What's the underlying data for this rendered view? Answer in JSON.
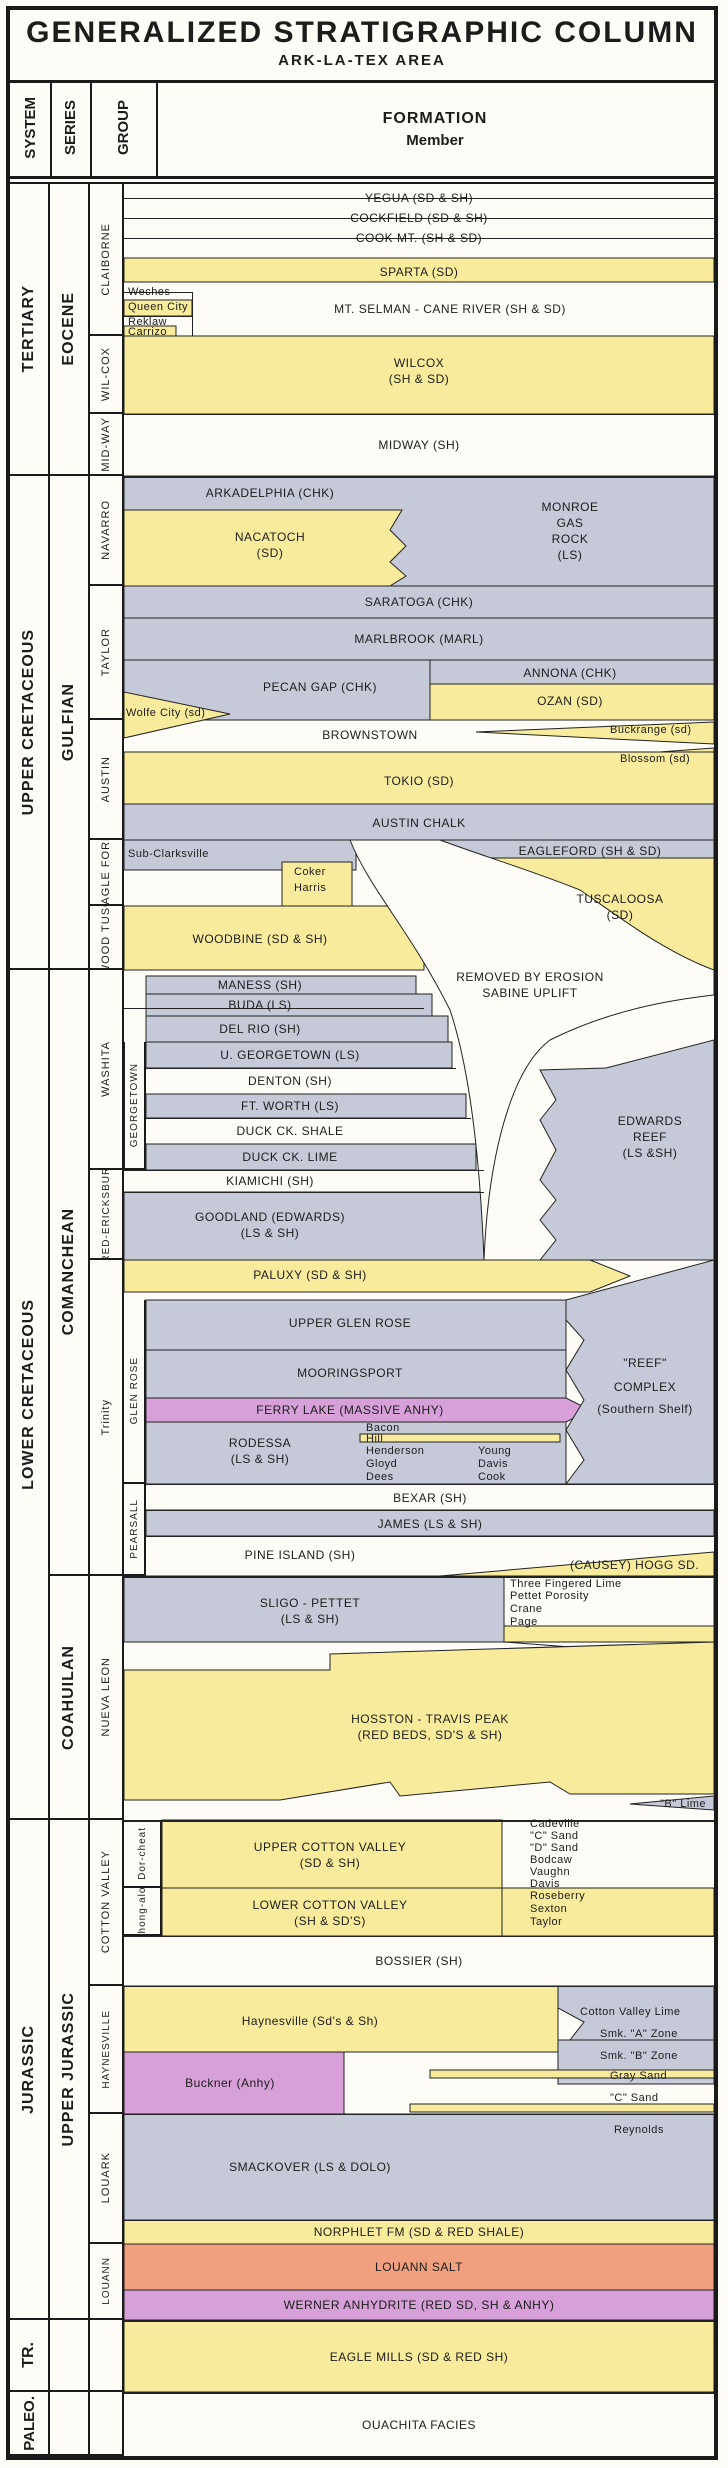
{
  "title": "GENERALIZED STRATIGRAPHIC COLUMN",
  "subtitle": "ARK-LA-TEX AREA",
  "headers": {
    "system": "SYSTEM",
    "series": "SERIES",
    "group": "GROUP",
    "formation": "FORMATION",
    "member": "Member"
  },
  "colors": {
    "yellow": "#f8ec9c",
    "gray": "#c6cad8",
    "white": "#fdfcf7",
    "magenta": "#d7a0d8",
    "salmon": "#f0a07e"
  },
  "systems": {
    "tertiary": "TERTIARY",
    "upper_cretaceous": "UPPER CRETACEOUS",
    "lower_cretaceous": "LOWER CRETACEOUS",
    "jurassic": "JURASSIC",
    "triassic": "TR.",
    "paleozoic": "PALEO."
  },
  "series": {
    "eocene": "EOCENE",
    "gulfian": "GULFIAN",
    "comanchean": "COMANCHEAN",
    "coahuilan": "COAHUILAN",
    "upper_jurassic": "UPPER JURASSIC"
  },
  "groups": {
    "claiborne": "CLAIBORNE",
    "wilcox": "WIL-COX",
    "midway": "MID-WAY",
    "navarro": "NAVARRO",
    "taylor": "TAYLOR",
    "austin": "AUSTIN",
    "eagle_ford": "EAGLE FORD",
    "wood_tusc": "WOOD TUSC",
    "washita": "WASHITA",
    "georgetown": "GEORGETOWN",
    "fredericksburg": "FRED-ERICKSBURG",
    "trinity": "Trinity",
    "glen_rose": "GLEN ROSE",
    "pearsall": "PEARSALL",
    "nueva_leon": "NUEVA LEON",
    "cotton_valley": "COTTON VALLEY",
    "dorcheat": "Dor-cheat",
    "shongaloo": "Shong-aloo",
    "haynesville": "HAYNESVILLE",
    "louark": "LOUARK",
    "louann": "LOUANN"
  },
  "formations": {
    "yegua": "YEGUA (SD & SH)",
    "cockfield": "COCKFIELD (SD & SH)",
    "cook_mt": "COOK MT. (SH & SD)",
    "sparta": "SPARTA (SD)",
    "weches": "Weches",
    "queen_city": "Queen City",
    "reklaw": "Reklaw",
    "mt_selman": "MT. SELMAN - CANE RIVER (SH & SD)",
    "carrizo": "Carrizo",
    "wilcox": "WILCOX",
    "wilcox_lith": "(SH & SD)",
    "midway": "MIDWAY (SH)",
    "arkadelphia": "ARKADELPHIA (CHK)",
    "nacatoch": "NACATOCH",
    "nacatoch_lith": "(SD)",
    "monroe1": "MONROE",
    "monroe2": "GAS",
    "monroe3": "ROCK",
    "monroe4": "(LS)",
    "saratoga": "SARATOGA (CHK)",
    "marlbrook": "MARLBROOK (MARL)",
    "annona": "ANNONA (CHK)",
    "pecan_gap": "PECAN GAP (CHK)",
    "ozan": "OZAN (SD)",
    "wolfe_city": "Wolfe City (sd)",
    "brownstown": "BROWNSTOWN",
    "buckrange": "Buckrange (sd)",
    "blossom": "Blossom (sd)",
    "tokio": "TOKIO (SD)",
    "austin_chalk": "AUSTIN CHALK",
    "eagleford": "EAGLEFORD (SH & SD)",
    "sub_clarksville": "Sub-Clarksville",
    "coker": "Coker",
    "harris": "Harris",
    "tuscaloosa": "TUSCALOOSA",
    "tuscaloosa_lith": "(SD)",
    "woodbine": "WOODBINE (SD & SH)",
    "removed1": "REMOVED BY EROSION",
    "removed2": "SABINE UPLIFT",
    "maness": "MANESS (SH)",
    "buda": "BUDA (LS)",
    "del_rio": "DEL RIO (SH)",
    "u_georgetown": "U. GEORGETOWN (LS)",
    "denton": "DENTON (SH)",
    "ft_worth": "FT. WORTH (LS)",
    "duck_shale": "DUCK CK. SHALE",
    "duck_lime": "DUCK CK. LIME",
    "kiamichi": "KIAMICHI (SH)",
    "goodland": "GOODLAND (EDWARDS)",
    "goodland_lith": "(LS & SH)",
    "edwards1": "EDWARDS",
    "edwards2": "REEF",
    "edwards3": "(LS &SH)",
    "paluxy": "PALUXY (SD & SH)",
    "upper_glen_rose": "UPPER GLEN ROSE",
    "mooringsport": "MOORINGSPORT",
    "ferry_lake": "FERRY LAKE (MASSIVE ANHY)",
    "reef1": "\"REEF\"",
    "reef2": "COMPLEX",
    "reef3": "(Southern Shelf)",
    "rodessa": "RODESSA",
    "rodessa_lith": "(LS & SH)",
    "bacon": "Bacon",
    "hill": "Hill",
    "henderson": "Henderson",
    "gloyd": "Gloyd",
    "dees": "Dees",
    "young": "Young",
    "davis": "Davis",
    "cook": "Cook",
    "bexar": "BEXAR (SH)",
    "james": "JAMES (LS & SH)",
    "pine_island": "PINE ISLAND (SH)",
    "causey_hogg": "(CAUSEY) HOGG SD.",
    "sligo": "SLIGO - PETTET",
    "sligo_lith": "(LS & SH)",
    "three_fingered": "Three Fingered Lime",
    "pettet_porosity": "Pettet Porosity",
    "crane": "Crane",
    "page": "Page",
    "hosston": "HOSSTON - TRAVIS PEAK",
    "hosston_lith": "(RED BEDS, SD'S & SH)",
    "b_lime": "\"B\" Lime",
    "cadeville": "Cadeville",
    "c_sand": "\"C\" Sand",
    "d_sand": "\"D\" Sand",
    "bodcaw": "Bodcaw",
    "vaughn": "Vaughn",
    "davis_cv": "Davis",
    "roseberry": "Roseberry",
    "sexton": "Sexton",
    "taylor_cv": "Taylor",
    "upper_cv": "UPPER COTTON VALLEY",
    "upper_cv_lith": "(SD & SH)",
    "lower_cv": "LOWER COTTON VALLEY",
    "lower_cv_lith": "(SH & SD'S)",
    "bossier": "BOSSIER (SH)",
    "haynesville": "Haynesville (Sd's & Sh)",
    "cv_lime": "Cotton Valley Lime",
    "smk_a": "Smk. \"A\" Zone",
    "smk_b": "Smk. \"B\" Zone",
    "gray_sand": "Gray Sand",
    "c_sand2": "\"C\" Sand",
    "buckner": "Buckner (Anhy)",
    "reynolds": "Reynolds",
    "smackover": "SMACKOVER (LS & DOLO)",
    "norphlet": "NORPHLET FM (SD & RED SHALE)",
    "louann_salt": "LOUANN SALT",
    "werner": "WERNER ANHYDRITE (RED SD, SH & ANHY)",
    "eagle_mills": "EAGLE MILLS (SD & RED SH)",
    "ouachita": "OUACHITA FACIES"
  }
}
